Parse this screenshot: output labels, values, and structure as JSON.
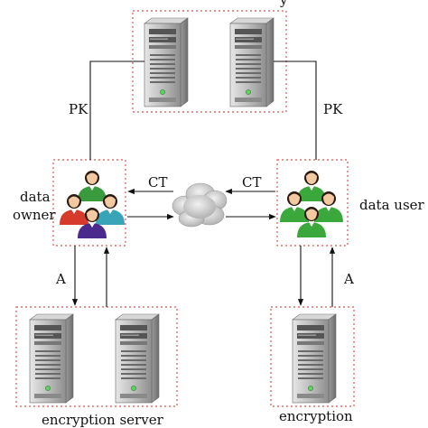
{
  "diagram": {
    "top_box_label": "y",
    "pk_left": "PK",
    "pk_right": "PK",
    "owner_label_line1": "data",
    "owner_label_line2": "owner",
    "user_label": "data user",
    "ct_left": "CT",
    "ct_right": "CT",
    "a_left": "A",
    "a_right": "A",
    "bottom_left_label": "encryption server",
    "bottom_right_label": "encryption"
  },
  "colors": {
    "box_border": "#d9534f",
    "owner_people": [
      "#3a9a3e",
      "#d63a2a",
      "#39a3b8",
      "#4a2a8c"
    ],
    "user_people": "#3aa83a",
    "server_body": "#8a8a8a",
    "cloud": "#c9c9c9"
  }
}
